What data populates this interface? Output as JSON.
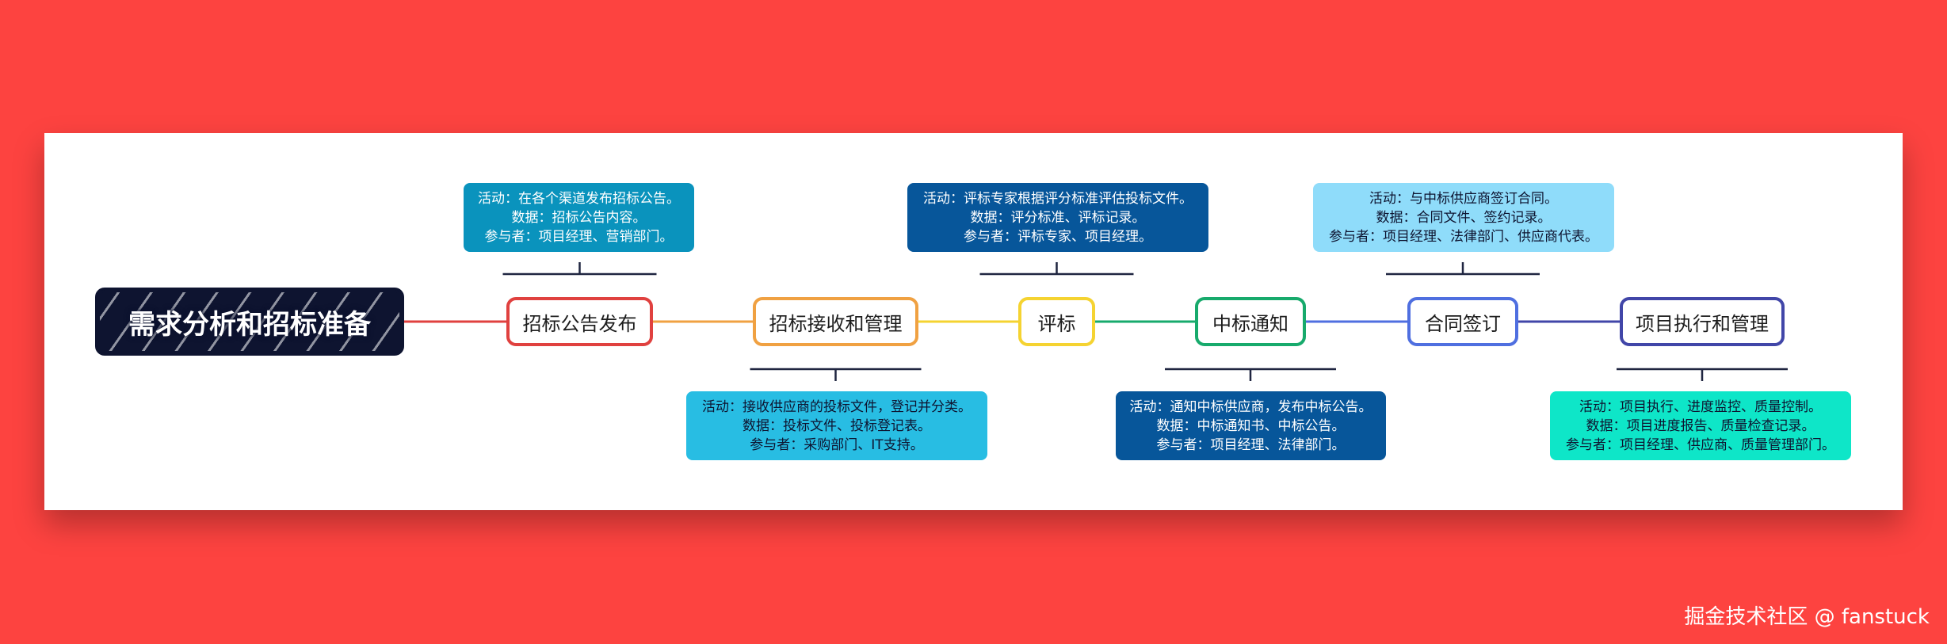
{
  "root": {
    "label": "需求分析和招标准备"
  },
  "steps": [
    {
      "label": "招标公告发布",
      "color": "#e0413f",
      "activity": "活动：在各个渠道发布招标公告。",
      "data": "数据：招标公告内容。",
      "participants": "参与者：项目经理、营销部门。",
      "info_bg": "#0a93bd",
      "info_fg": "#ffffff"
    },
    {
      "label": "招标接收和管理",
      "color": "#f0a142",
      "activity": "活动：接收供应商的投标文件，登记并分类。",
      "data": "数据：投标文件、投标登记表。",
      "participants": "参与者：采购部门、IT支持。",
      "info_bg": "#28bde3",
      "info_fg": "#0e1430"
    },
    {
      "label": "评标",
      "color": "#f5d331",
      "activity": "活动：评标专家根据评分标准评估投标文件。",
      "data": "数据：评分标准、评标记录。",
      "participants": "参与者：评标专家、项目经理。",
      "info_bg": "#07569a",
      "info_fg": "#ffffff"
    },
    {
      "label": "中标通知",
      "color": "#17aa6c",
      "activity": "活动：通知中标供应商，发布中标公告。",
      "data": "数据：中标通知书、中标公告。",
      "participants": "参与者：项目经理、法律部门。",
      "info_bg": "#07569a",
      "info_fg": "#ffffff"
    },
    {
      "label": "合同签订",
      "color": "#4f6fe0",
      "activity": "活动：与中标供应商签订合同。",
      "data": "数据：合同文件、签约记录。",
      "participants": "参与者：项目经理、法律部门、供应商代表。",
      "info_bg": "#8fdcfa",
      "info_fg": "#0e1430"
    },
    {
      "label": "项目执行和管理",
      "color": "#4146a8",
      "activity": "活动：项目执行、进度监控、质量控制。",
      "data": "数据：项目进度报告、质量检查记录。",
      "participants": "参与者：项目经理、供应商、质量管理部门。",
      "info_bg": "#0ee6c8",
      "info_fg": "#0e1430"
    }
  ],
  "watermark": "掘金技术社区 @ fanstuck"
}
